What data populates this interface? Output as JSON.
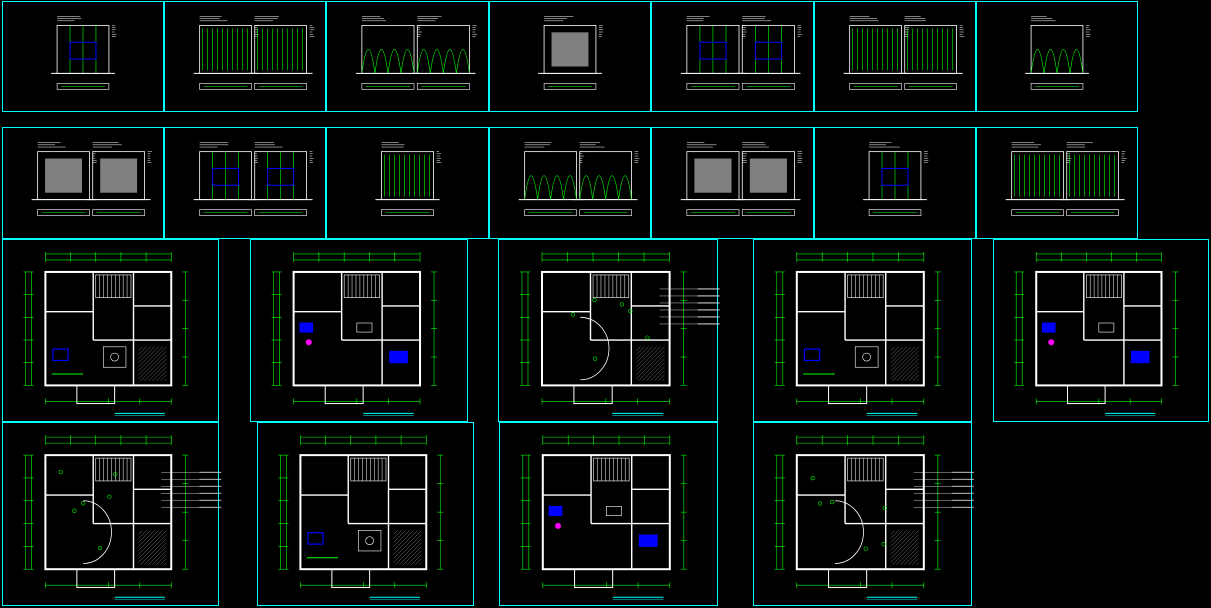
{
  "canvas": {
    "background": "#000000"
  },
  "palette": {
    "frame": "#00ffff",
    "line": "#ffffff",
    "dim": "#00ff00",
    "accent": "#0000ff",
    "highlight": "#ff00ff",
    "mark": "#ff0000",
    "gray": "#808080"
  },
  "sheet_groups": [
    {
      "name": "elevation-sheets-row-1",
      "kind": "elevation",
      "count": 7
    },
    {
      "name": "elevation-sheets-row-2",
      "kind": "elevation",
      "count": 7
    },
    {
      "name": "floor-plan-sheets-row-3",
      "kind": "floor-plan",
      "count": 5
    },
    {
      "name": "floor-plan-sheets-row-4",
      "kind": "floor-plan",
      "count": 4
    }
  ]
}
